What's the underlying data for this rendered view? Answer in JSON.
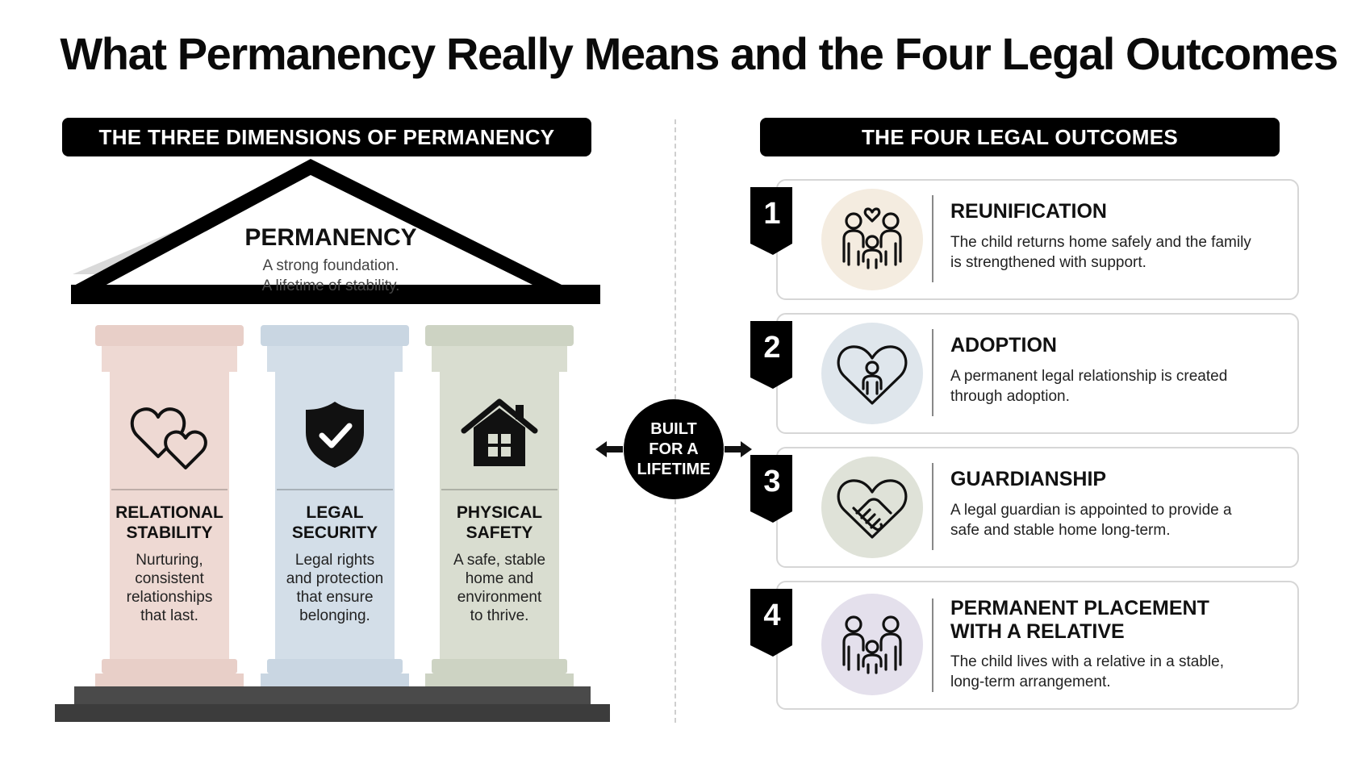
{
  "title": "What Permanency Really Means and the Four Legal Outcomes",
  "left_header": "THE THREE DIMENSIONS OF PERMANENCY",
  "right_header": "THE FOUR LEGAL OUTCOMES",
  "roof": {
    "title": "PERMANENCY",
    "line1": "A strong foundation.",
    "line2": "A lifetime of stability."
  },
  "pillars": [
    {
      "title_line1": "RELATIONAL",
      "title_line2": "STABILITY",
      "desc": [
        "Nurturing,",
        "consistent",
        "relationships",
        "that last."
      ],
      "icon": "two-hearts-icon",
      "color": "#e8cfc8"
    },
    {
      "title_line1": "LEGAL",
      "title_line2": "SECURITY",
      "desc": [
        "Legal rights",
        "and protection",
        "that ensure",
        "belonging."
      ],
      "icon": "shield-check-icon",
      "color": "#c9d6e2"
    },
    {
      "title_line1": "PHYSICAL",
      "title_line2": "SAFETY",
      "desc": [
        "A safe, stable",
        "home and",
        "environment",
        "to thrive."
      ],
      "icon": "house-icon",
      "color": "#cdd3c3"
    }
  ],
  "center_badge": {
    "line1": "BUILT",
    "line2": "FOR A",
    "line3": "LIFETIME"
  },
  "outcomes": [
    {
      "number": "1",
      "title": "REUNIFICATION",
      "desc_line1": "The child returns home safely and the family",
      "desc_line2": "is strengthened with support.",
      "icon": "family-heart-icon",
      "color": "#f4ece0"
    },
    {
      "number": "2",
      "title": "ADOPTION",
      "desc_line1": "A permanent legal relationship is created",
      "desc_line2": "through adoption.",
      "icon": "heart-child-icon",
      "color": "#dfe6ec"
    },
    {
      "number": "3",
      "title": "GUARDIANSHIP",
      "desc_line1": "A legal guardian is appointed to provide a",
      "desc_line2": "safe and stable home long-term.",
      "icon": "handshake-heart-icon",
      "color": "#dfe2d8"
    },
    {
      "number": "4",
      "title_line1": "PERMANENT PLACEMENT",
      "title_line2": "WITH A RELATIVE",
      "desc_line1": "The child lives with a relative in a stable,",
      "desc_line2": "long-term arrangement.",
      "icon": "family-icon",
      "color": "#e4e0ec"
    }
  ]
}
